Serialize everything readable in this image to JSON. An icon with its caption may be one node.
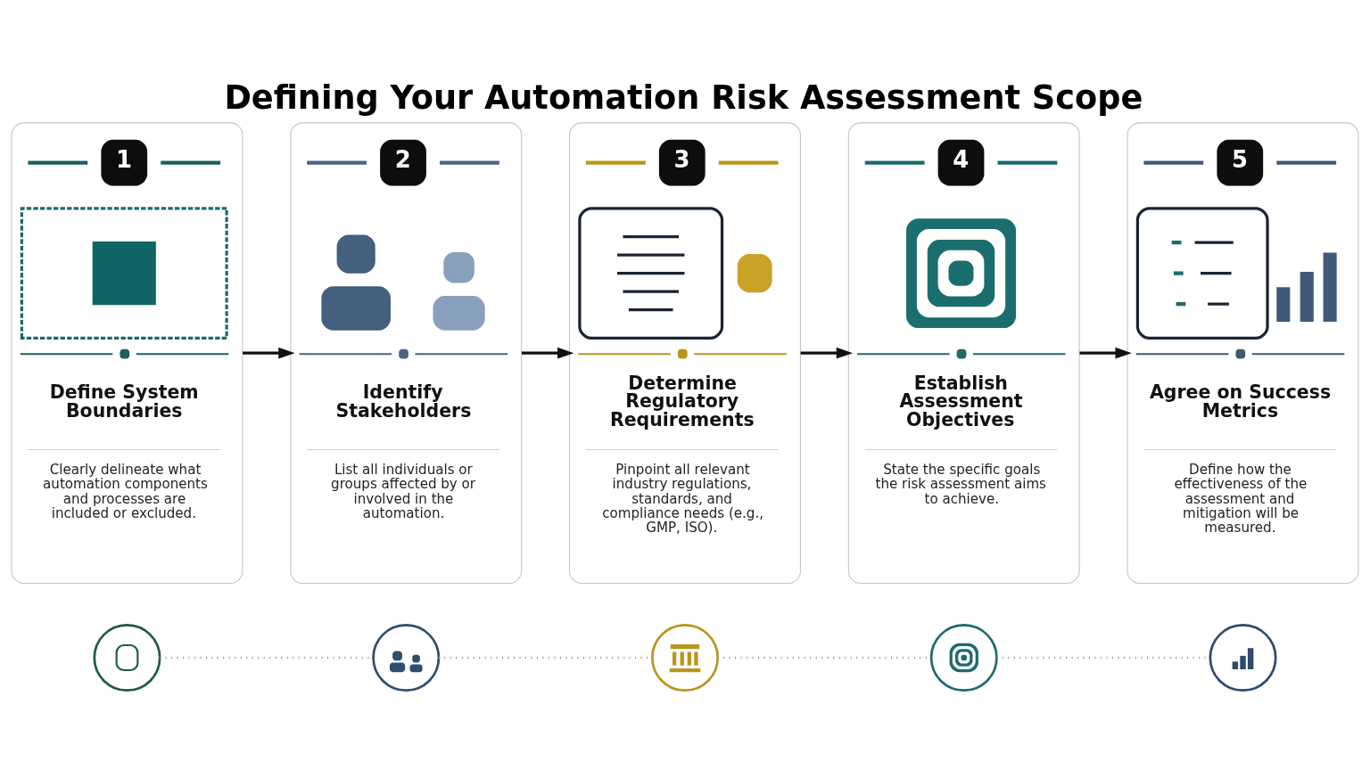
{
  "diagram": {
    "title": "Defining Your Automation Risk Assessment Scope",
    "nodes": [
      {
        "text": [
          "1",
          "Define System Boundaries",
          "Clearly delineate what automation components and processes are included or excluded."
        ]
      },
      {
        "text": [
          "2",
          "Identify Stakeholders",
          "List all individuals or groups affected by or involved in the automation."
        ]
      },
      {
        "text": [
          "3",
          "Determine Regulatory Requirements",
          "Pinpoint all relevant industry regulations, standards, and compliance needs (e.g., GMP, ISO)."
        ]
      },
      {
        "text": [
          "4",
          "Establish Assessment Objectives",
          "State the specific goals the risk assessment aims to achieve."
        ]
      },
      {
        "text": [
          "5",
          "Agree on Success Metrics",
          "Define how the effectiveness of the assessment and mitigation will be measured."
        ]
      },
      {
        "text": [],
        "shape": "circle"
      },
      {
        "text": [],
        "shape": "circle"
      },
      {
        "text": [],
        "shape": "circle"
      },
      {
        "text": [],
        "shape": "circle"
      },
      {
        "text": [],
        "shape": "circle"
      }
    ],
    "edges": [
      {
        "from": 0,
        "to": 1,
        "arrow": "to"
      },
      {
        "from": 1,
        "to": 2,
        "arrow": "to"
      },
      {
        "from": 2,
        "to": 3,
        "arrow": "to"
      },
      {
        "from": 3,
        "to": 4,
        "arrow": "to"
      },
      {
        "from": 5,
        "to": 6,
        "arrow": "none",
        "style": "dashed",
        "color": "#9a9a9a"
      },
      {
        "from": 6,
        "to": 7,
        "arrow": "none",
        "style": "dashed",
        "color": "#9a9a9a"
      },
      {
        "from": 7,
        "to": 8,
        "arrow": "none",
        "style": "dashed",
        "color": "#9a9a9a"
      },
      {
        "from": 8,
        "to": 9,
        "arrow": "none",
        "style": "dashed",
        "color": "#9a9a9a"
      }
    ]
  }
}
